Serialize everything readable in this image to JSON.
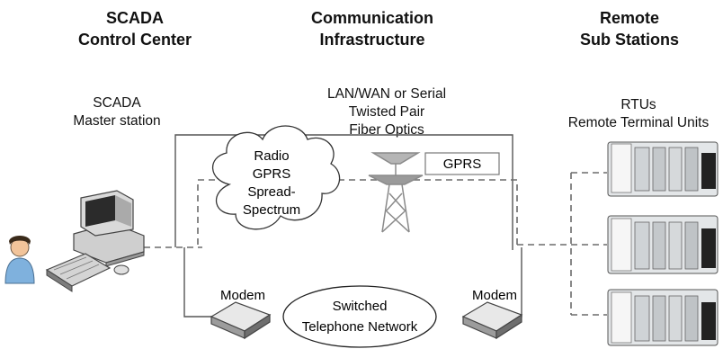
{
  "headers": {
    "left": [
      "SCADA",
      "Control Center"
    ],
    "middle": [
      "Communication",
      "Infrastructure"
    ],
    "right": [
      "Remote",
      "Sub Stations"
    ]
  },
  "master_label": [
    "SCADA",
    "Master station"
  ],
  "infra_label": [
    "LAN/WAN or Serial",
    "Twisted Pair",
    "Fiber Optics"
  ],
  "rtu_label": [
    "RTUs",
    "Remote Terminal Units"
  ],
  "cloud_label": [
    "Radio",
    "GPRS",
    "Spread-",
    "Spectrum"
  ],
  "gprs_label": "GPRS",
  "modem_left": "Modem",
  "modem_right": "Modem",
  "telephone_label": [
    "Switched",
    "Telephone Network"
  ],
  "colors": {
    "line_solid": "#555555",
    "line_dashed": "#6b6b6b",
    "monitor": "#d9d9d9",
    "tower": "#8a8a8a"
  }
}
